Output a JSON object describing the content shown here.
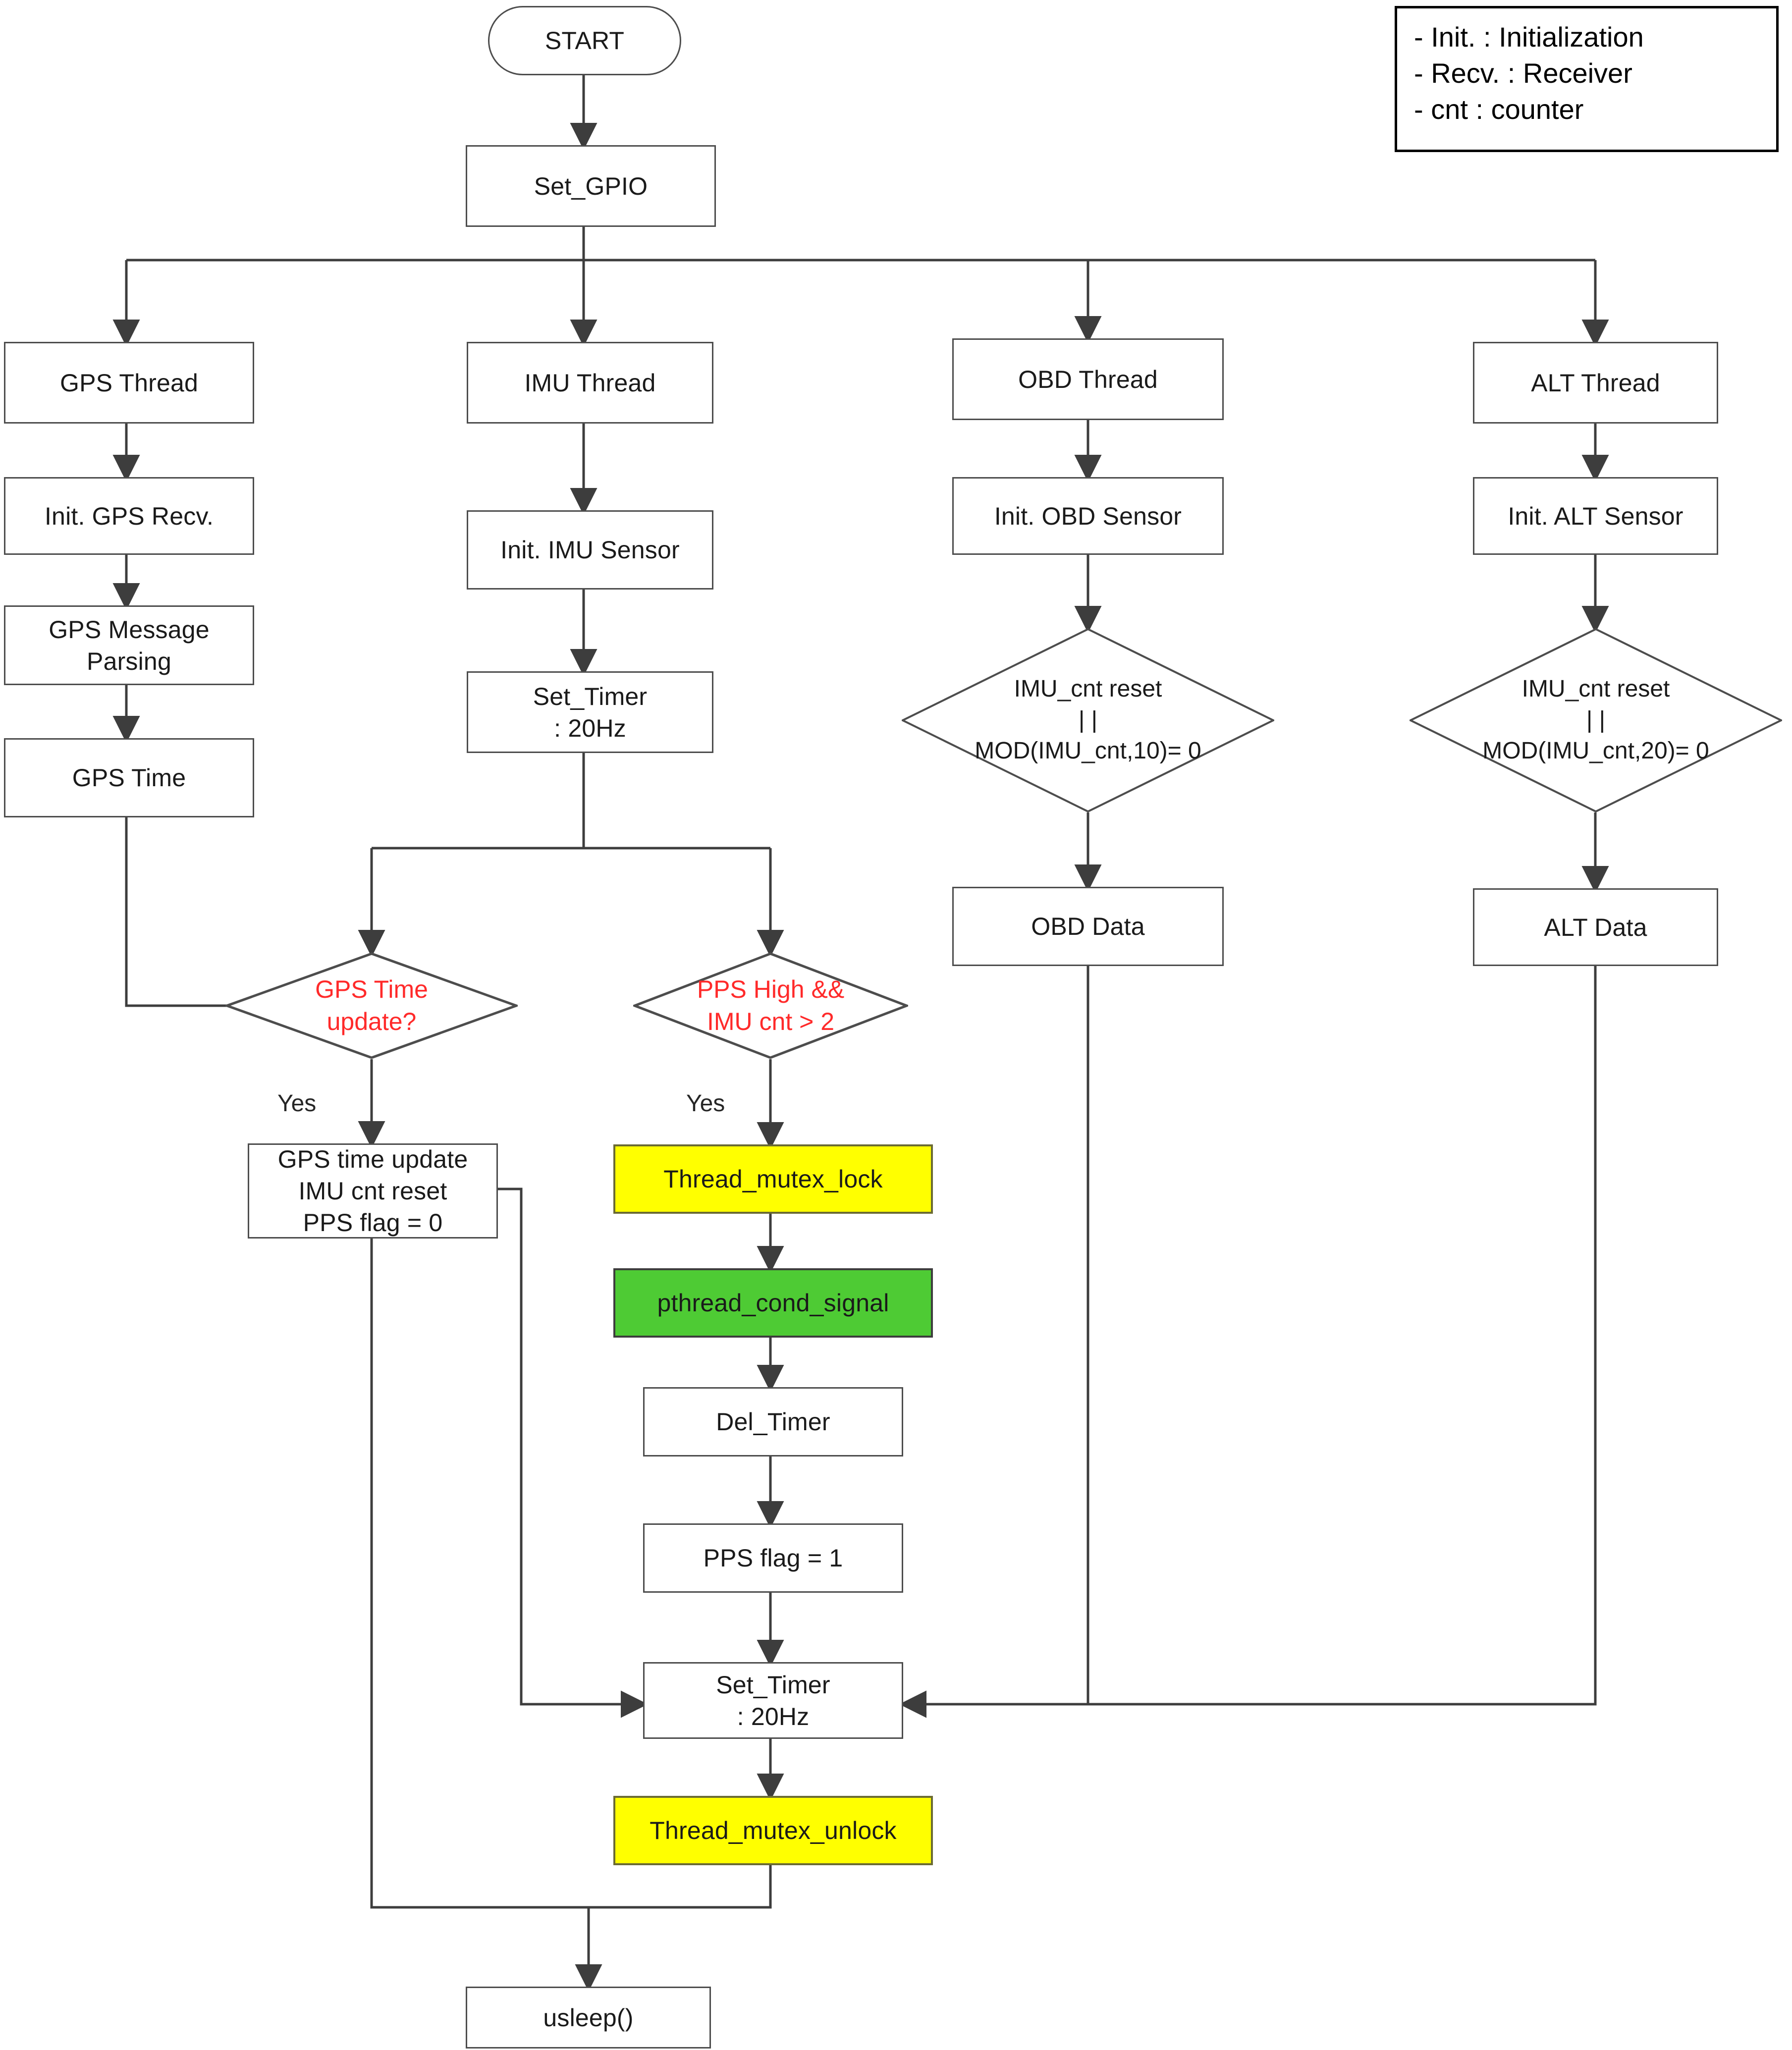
{
  "title": "Multi-thread sensor acquisition flowchart",
  "colors": {
    "box_border": "#4d4d4d",
    "box_fill": "#ffffff",
    "mutex_fill": "#ffff00",
    "cond_signal_fill": "#4ecb34",
    "decision_text_red": "#ff2a2a",
    "text": "#1a1a1a",
    "wire": "#3d3d3d"
  },
  "legend": {
    "lines": [
      "- Init. : Initialization",
      "- Recv. : Receiver",
      "- cnt : counter"
    ]
  },
  "nodes": {
    "start": "START",
    "set_gpio": "Set_GPIO",
    "gps_thread": "GPS Thread",
    "init_gps_recv": "Init. GPS Recv.",
    "gps_message_parsing": "GPS Message\nParsing",
    "gps_time": "GPS Time",
    "imu_thread": "IMU Thread",
    "init_imu_sensor": "Init. IMU Sensor",
    "set_timer_top": "Set_Timer\n: 20Hz",
    "obd_thread": "OBD Thread",
    "init_obd_sensor": "Init. OBD Sensor",
    "obd_data": "OBD Data",
    "alt_thread": "ALT Thread",
    "init_alt_sensor": "Init. ALT Sensor",
    "alt_data": "ALT Data",
    "gps_time_update_action": "GPS time update\nIMU cnt reset\nPPS flag = 0",
    "thread_mutex_lock": "Thread_mutex_lock",
    "pthread_cond_signal": "pthread_cond_signal",
    "del_timer": "Del_Timer",
    "pps_flag_1": "PPS flag = 1",
    "set_timer_bottom": "Set_Timer\n: 20Hz",
    "thread_mutex_unlock": "Thread_mutex_unlock",
    "usleep": "usleep()"
  },
  "decisions": {
    "obd_cond": "IMU_cnt reset\n| |\nMOD(IMU_cnt,10)= 0",
    "alt_cond": "IMU_cnt reset\n| |\nMOD(IMU_cnt,20)= 0",
    "gps_time_update": "GPS Time\nupdate?",
    "pps_high": "PPS High &&\nIMU cnt > 2"
  },
  "edge_labels": {
    "gps_yes": "Yes",
    "pps_yes": "Yes"
  }
}
